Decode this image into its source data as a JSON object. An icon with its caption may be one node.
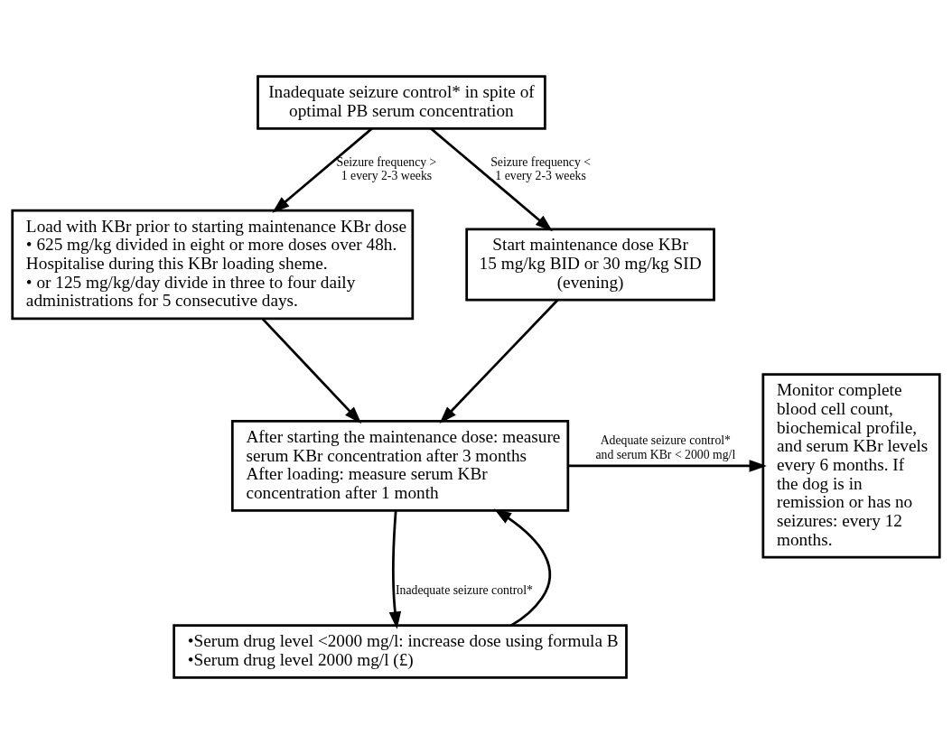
{
  "diagram": {
    "nodes": [
      {
        "text": [
          "Inadequate seizure control* in spite of optimal PB serum concentration"
        ]
      },
      {
        "text": [
          "Load with KBr prior to starting maintenance KBr dose",
          "• 625 mg/kg divided in eight or more doses over 48h. Hospitalise during this KBr loading sheme.",
          "• or 125 mg/kg/day divide in three to four daily administrations for 5 consecutive days."
        ]
      },
      {
        "text": [
          "Start maintenance dose KBr 15 mg/kg BID or 30 mg/kg SID (evening)"
        ]
      },
      {
        "text": [
          "After starting the maintenance dose: measure serum KBr concentration after 3 months",
          "After loading: measure serum KBr concentration after 1 month"
        ]
      },
      {
        "text": [
          "Monitor complete blood cell count, biochemical profile, and serum KBr levels every 6 months. If the dog is in remission or has no seizures: every 12 months."
        ]
      },
      {
        "text": [
          "•Serum drug level <2000 mg/l: increase dose using formula B",
          "•Serum drug level 2000 mg/l (£)"
        ]
      }
    ],
    "edges": [
      {
        "from": 0,
        "to": 1,
        "arrow": "to",
        "label": "Seizure frequency > 1 every 2-3 weeks"
      },
      {
        "from": 0,
        "to": 2,
        "arrow": "to",
        "label": "Seizure frequency < 1 every 2-3 weeks"
      },
      {
        "from": 1,
        "to": 3,
        "arrow": "to"
      },
      {
        "from": 2,
        "to": 3,
        "arrow": "to"
      },
      {
        "from": 3,
        "to": 4,
        "arrow": "to",
        "label": "Adequate seizure control* and serum KBr < 2000 mg/l"
      },
      {
        "from": 3,
        "to": 5,
        "arrow": "to",
        "label": "Inadequate seizure control*"
      },
      {
        "from": 5,
        "to": 3,
        "arrow": "to"
      }
    ]
  }
}
